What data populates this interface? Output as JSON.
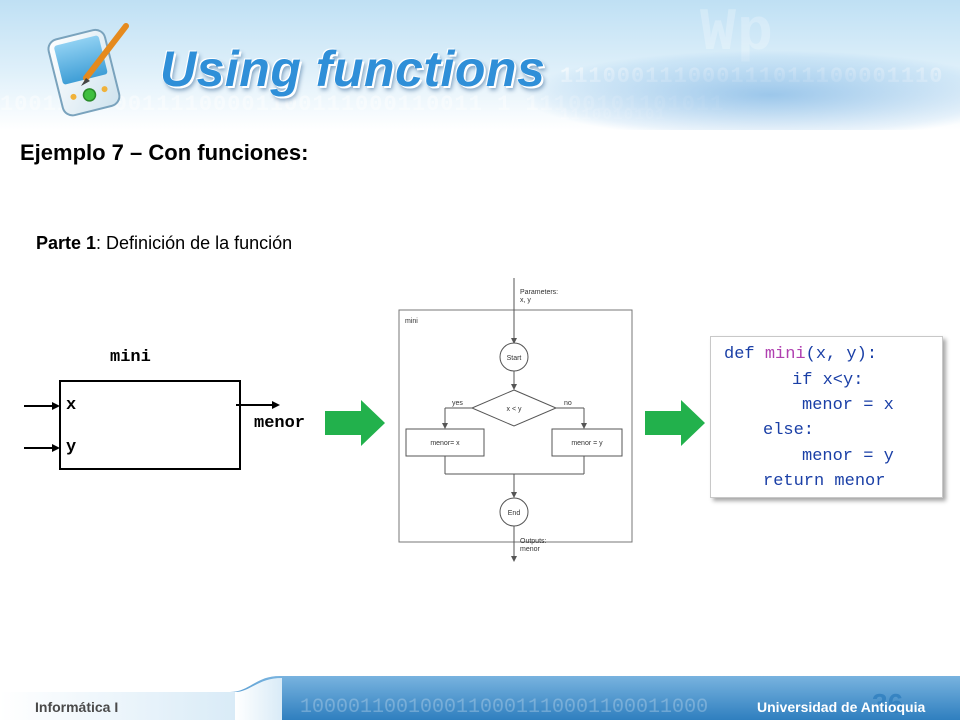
{
  "slide": {
    "title": "Using functions",
    "heading": "Ejemplo 7 – Con funciones:",
    "parte_bold": "Parte 1",
    "parte_rest": ": Definición de la función"
  },
  "block": {
    "name": "mini",
    "input_x": "x",
    "input_y": "y",
    "output": "menor"
  },
  "flowchart": {
    "params_label": "Parameters:",
    "params_value": "x, y",
    "frame_label": "mini",
    "start": "Start",
    "condition": "x < y",
    "yes": "yes",
    "no": "no",
    "left_box": "menor= x",
    "right_box": "menor = y",
    "end": "End",
    "outputs_label": "Outputs:",
    "outputs_value": "menor"
  },
  "code": {
    "l1_kw": "def ",
    "l1_fn": "mini",
    "l1_rest": "(x, y):",
    "l2_kw": "if ",
    "l2_rest": "x<y:",
    "l3": "menor = x",
    "l4": "else:",
    "l5": "menor = y",
    "l6_kw": "return ",
    "l6_rest": "menor"
  },
  "footer": {
    "left": "Informática I",
    "right": "Universidad de Antioquia",
    "page": "36"
  },
  "colors": {
    "title_blue": "#2f8fd8",
    "arrow_green": "#22b14c",
    "code_keyword": "#1a3fa6",
    "code_function": "#b040b0"
  }
}
